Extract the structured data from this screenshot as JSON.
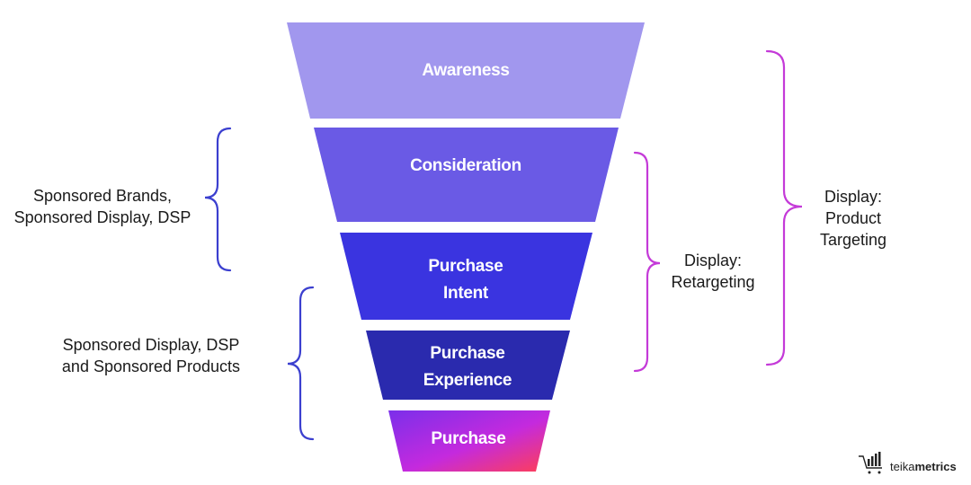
{
  "funnel": {
    "stages": [
      {
        "lines": [
          "Awareness"
        ],
        "color": "#A197EE"
      },
      {
        "lines": [
          "Consideration"
        ],
        "color": "#6A5AE5"
      },
      {
        "lines": [
          "Purchase",
          "Intent"
        ],
        "color": "#3A34E0"
      },
      {
        "lines": [
          "Purchase",
          "Experience"
        ],
        "color": "#2A2AAE"
      },
      {
        "lines": [
          "Purchase"
        ],
        "gradient": [
          "#7B2FEA",
          "#C42ADE",
          "#FF3F55"
        ]
      }
    ]
  },
  "annotations": {
    "left_top": {
      "lines": [
        "Sponsored Brands,",
        "Sponsored Display, DSP"
      ],
      "brace_color": "#3B3FCF"
    },
    "left_bottom": {
      "lines": [
        "Sponsored Display, DSP",
        "and Sponsored Products"
      ],
      "brace_color": "#3B3FCF"
    },
    "right_inner": {
      "lines": [
        "Display:",
        "Retargeting"
      ],
      "brace_color": "#C43AD8"
    },
    "right_outer": {
      "lines": [
        "Display:",
        "Product",
        "Targeting"
      ],
      "brace_color": "#C43AD8"
    }
  },
  "brand": {
    "name_light": "teika",
    "name_bold": "metrics",
    "icon": "cart-chart-icon"
  }
}
